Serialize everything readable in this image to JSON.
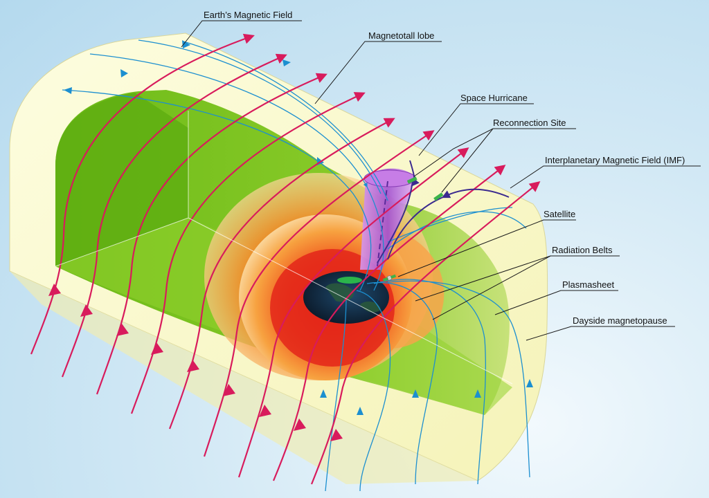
{
  "labels": {
    "earths_magnetic_field": "Earth’s Magnetic Field",
    "magnetotail_lobe": "Magnetotall lobe",
    "space_hurricane": "Space Hurricane",
    "reconnection_site": "Reconnection Site",
    "imf": "Interplanetary Magnetic Field (IMF)",
    "satellite": "Satellite",
    "radiation_belts": "Radiation Belts",
    "plasmasheet": "Plasmasheet",
    "dayside_magnetopause": "Dayside magnetopause"
  },
  "colors": {
    "background": "#c9e4f3",
    "magnetopause_shell": "#fbfbd0",
    "lobe_green": "#7dc21e",
    "radiation_belt_red": "#e8361c",
    "radiation_belt_orange": "#f39b2c",
    "imf_lines": "#d81b5c",
    "earth_field_lines": "#1c8fd0",
    "reconnection_lines": "#3b2a8f",
    "space_hurricane": "#b05fd8",
    "satellite": "#3cb34a"
  },
  "icons": {
    "earth": "earth-icon",
    "satellite": "satellite-icon"
  }
}
